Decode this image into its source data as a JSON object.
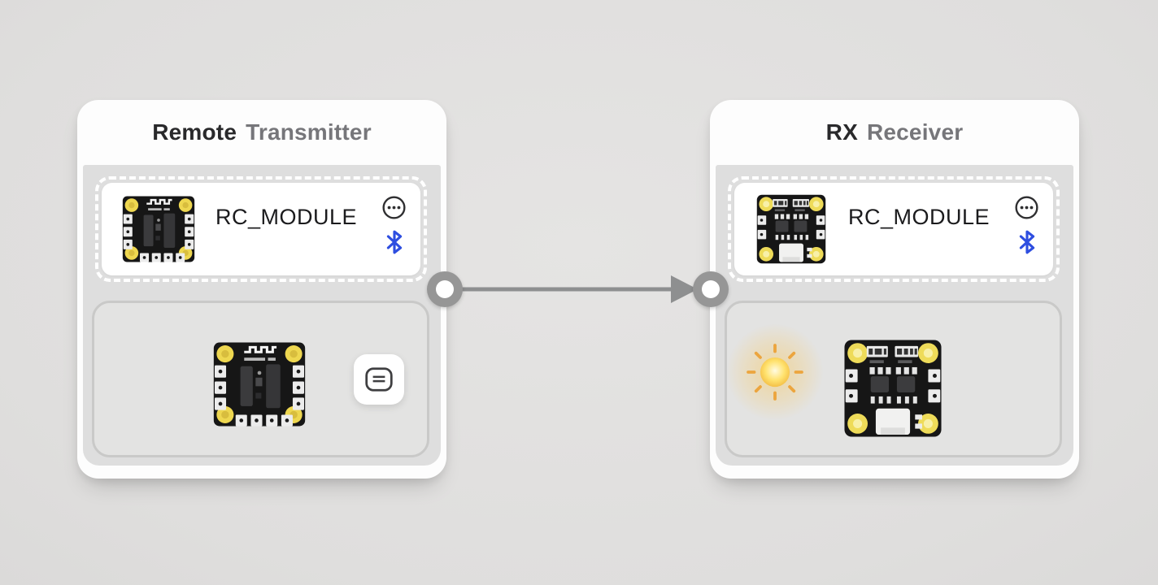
{
  "nodes": [
    {
      "id": "transmitter",
      "title_primary": "Remote",
      "title_secondary": "Transmitter",
      "module_label": "RC_MODULE",
      "module_selected": true,
      "icons": {
        "more": "more-options-icon",
        "wireless": "bluetooth-icon",
        "board": "tx-module-pcb-image",
        "panel_board": "tx-board-pcb-image",
        "panel_button": "equals-panel-icon"
      }
    },
    {
      "id": "receiver",
      "title_primary": "RX",
      "title_secondary": "Receiver",
      "module_label": "RC_MODULE",
      "module_selected": true,
      "icons": {
        "more": "more-options-icon",
        "wireless": "bluetooth-icon",
        "board": "rx-module-pcb-image",
        "panel_board": "rx-board-pcb-image",
        "output_indicator": "sun-brightness-icon"
      }
    }
  ],
  "connection": {
    "from": "transmitter",
    "to": "receiver",
    "direction": "left-to-right"
  },
  "colors": {
    "bluetooth": "#2e4ee0",
    "sun_core": "#f7c83f",
    "sun_rays": "#eca53e",
    "port": "#969696",
    "wire": "#8e8f90",
    "selection_dash": "#ffffff",
    "card": "#fdfdfd",
    "panel_border": "#c9c9c8"
  }
}
